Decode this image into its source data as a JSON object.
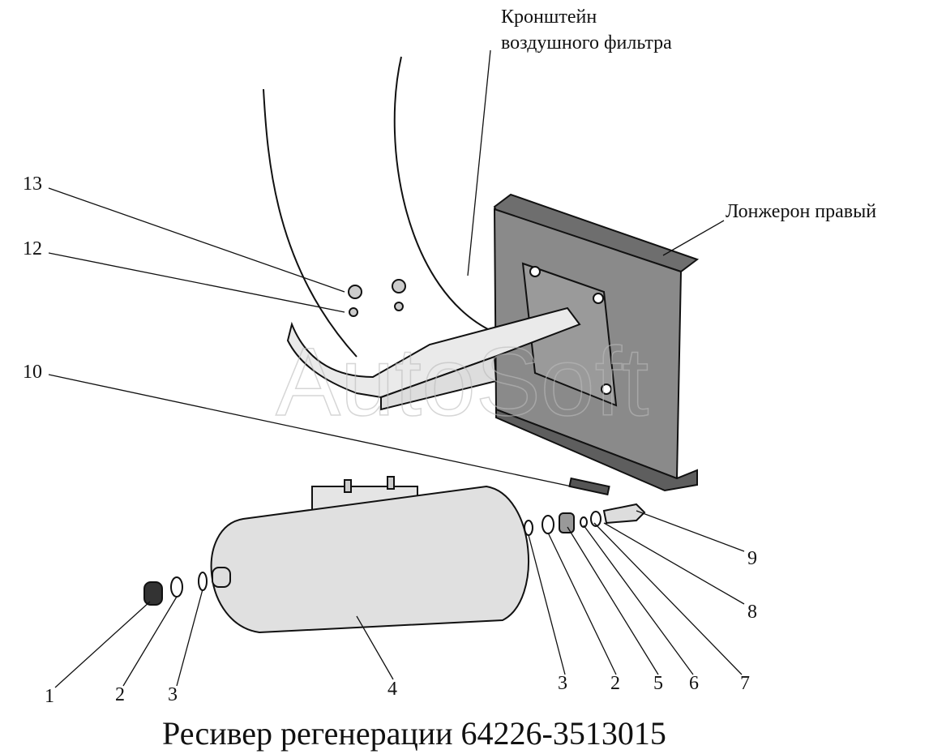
{
  "title": "Ресивер регенерации 64226-3513015",
  "watermark": "AutoSoft",
  "labels": {
    "bracket_line1": "Кронштейн",
    "bracket_line2": "воздушного фильтра",
    "spar": "Лонжерон правый"
  },
  "callouts": {
    "n13": "13",
    "n12": "12",
    "n10": "10",
    "n9": "9",
    "n8": "8",
    "n7": "7",
    "n6": "6",
    "n5": "5",
    "n2r": "2",
    "n3r": "3",
    "n4": "4",
    "n3l": "3",
    "n2l": "2",
    "n1": "1"
  }
}
